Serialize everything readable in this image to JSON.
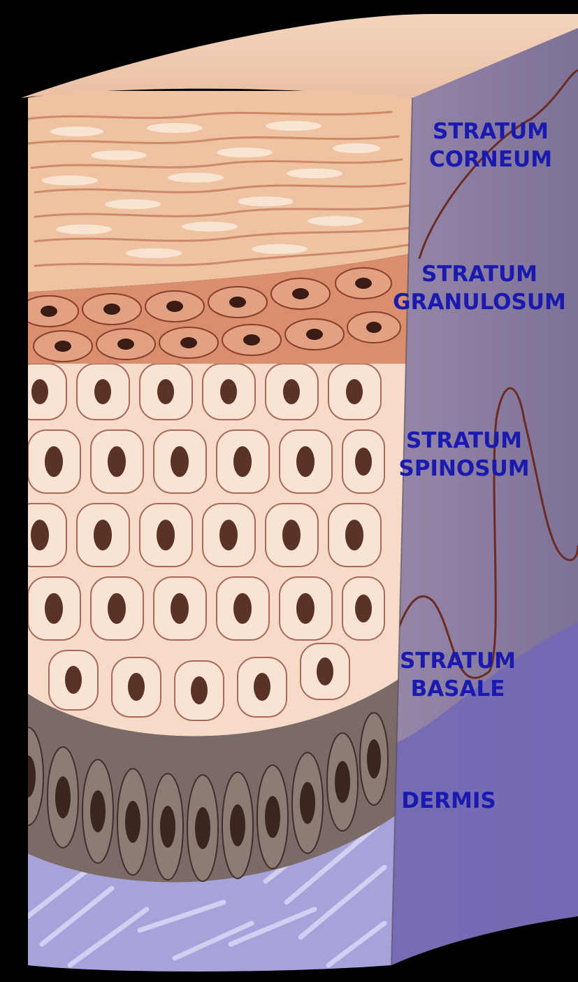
{
  "labels": {
    "corneum": {
      "line1": "STRATUM",
      "line2": "CORNEUM"
    },
    "granulosum": {
      "line1": "STRATUM",
      "line2": "GRANULOSUM"
    },
    "spinosum": {
      "line1": "STRATUM",
      "line2": "SPINOSUM"
    },
    "basale": {
      "line1": "STRATUM",
      "line2": "BASALE"
    },
    "dermis": {
      "line1": "DERMIS"
    }
  },
  "colors": {
    "background": "#000000",
    "label": "#1a1ab0",
    "side_face": "#8a7ea0",
    "corneum": "#efc3a2",
    "granulosum": "#d98f6e",
    "spinosum": "#f6dcc8",
    "basale": "#7d6e68",
    "dermis": "#a9a4dc",
    "nucleus": "#5a3226"
  }
}
